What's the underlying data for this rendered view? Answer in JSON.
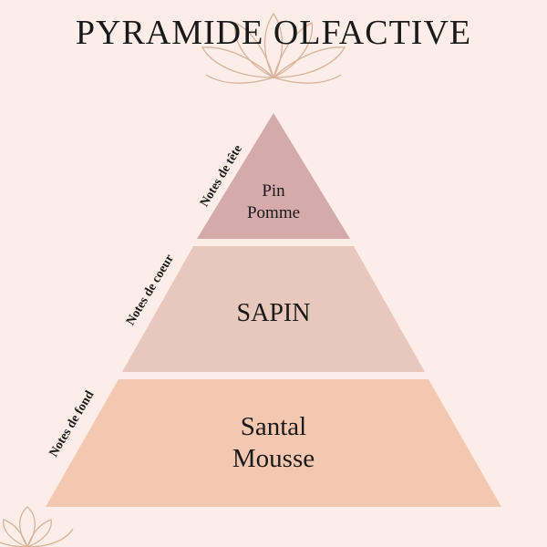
{
  "title": "PYRAMIDE OLFACTIVE",
  "levels": [
    {
      "side_label": "Notes de tête",
      "notes": [
        "Pin",
        "Pomme"
      ],
      "color": "#d4aaaa"
    },
    {
      "side_label": "Notes de coeur",
      "notes": [
        "SAPIN"
      ],
      "color": "#e8c7bd"
    },
    {
      "side_label": "Notes de fond",
      "notes": [
        "Santal",
        "Mousse"
      ],
      "color": "#f4c8b0"
    }
  ],
  "colors": {
    "background": "#fcede8",
    "flower_outline": "#d7b49a",
    "text": "#1a1a1a"
  },
  "icons": [
    "flower-outline-icon",
    "flower-outline-icon"
  ]
}
